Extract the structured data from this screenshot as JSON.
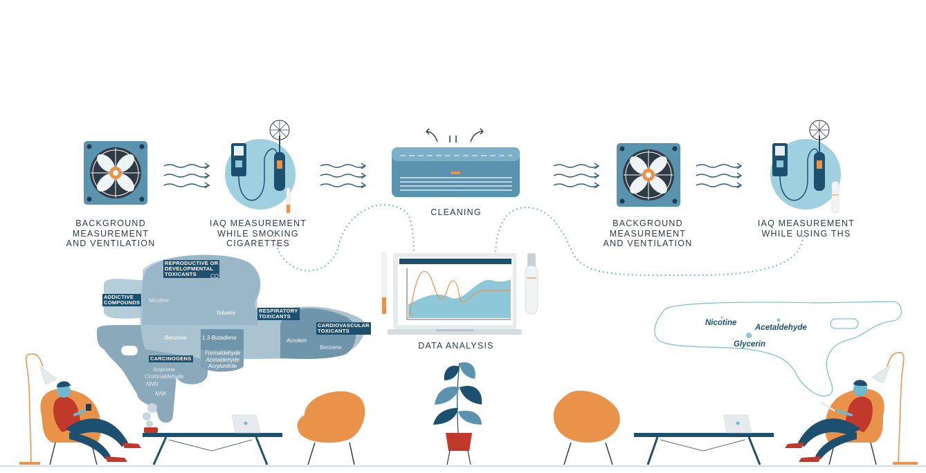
{
  "steps": [
    {
      "label": "BACKGROUND\nMEASUREMENT\nAND VENTILATION"
    },
    {
      "label": "IAQ MEASUREMENT\nWHILE SMOKING\nCIGARETTES"
    },
    {
      "label": "CLEANING"
    },
    {
      "label": "BACKGROUND\nMEASUREMENT\nAND VENTILATION"
    },
    {
      "label": "IAQ MEASUREMENT\nWHILE USING THS"
    }
  ],
  "data_analysis": {
    "label": "DATA ANALYSIS"
  },
  "smoke_categories": [
    {
      "label": "REPRODUCTIVE OR\nDEVELOPMENTAL\nTOXICANTS"
    },
    {
      "label": "ADDICTIVE\nCOMPOUNDS"
    },
    {
      "label": "RESPIRATORY\nTOXICANTS"
    },
    {
      "label": "CARDIOVASCULAR\nTOXICANTS"
    },
    {
      "label": "CARCINOGENS"
    }
  ],
  "smoke_compounds": {
    "co": "CO",
    "nicotine": "Nicotine",
    "toluene": "Toluene",
    "benzene": "Benzene",
    "butadiene": "1,3-Butadiene",
    "acrolein": "Acrolein",
    "benzene2": "Benzene",
    "aldehydes": "Formaldehyde\nAcetaldehyde\nAcrylonitrile",
    "isoprene": "Isoprene\nCrotonaldehyde",
    "nnn": "NNN",
    "nnk": "NNK"
  },
  "ths_compounds": {
    "nicotine": "Nicotine",
    "acetaldehyde": "Acetaldehyde",
    "glycerin": "Glycerin"
  },
  "colors": {
    "steel_blue": "#5a93ad",
    "light_blue": "#8ec8d8",
    "navy": "#1d4f6e",
    "orange": "#e8924a",
    "red": "#c0392b",
    "dotted_line": "#6fb8d2"
  }
}
